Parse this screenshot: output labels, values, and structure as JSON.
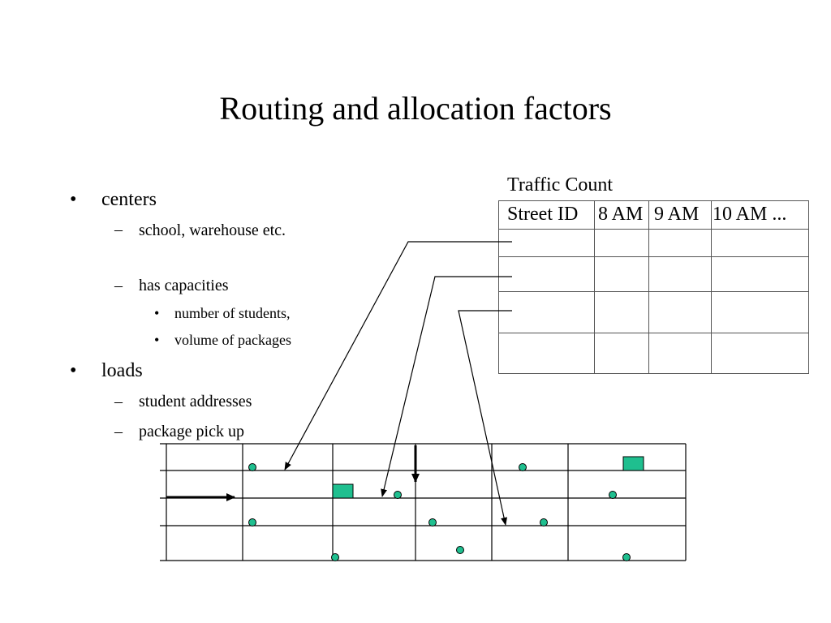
{
  "slide": {
    "title": "Routing and allocation factors"
  },
  "outline": {
    "bullet": "•",
    "dash": "–",
    "centers": {
      "label": "centers",
      "items": [
        {
          "label": "school, warehouse etc."
        },
        {
          "label": "has capacities",
          "subitems": [
            "number of students,",
            "volume of packages"
          ]
        }
      ]
    },
    "loads": {
      "label": "loads",
      "items": [
        "student addresses",
        "package pick up"
      ]
    }
  },
  "traffic_table": {
    "caption": "Traffic Count",
    "headers": [
      "Street ID",
      "8 AM",
      "9 AM",
      "10 AM ..."
    ],
    "rows": [
      [
        "",
        "",
        "",
        ""
      ],
      [
        "",
        "",
        "",
        ""
      ],
      [
        "",
        "",
        "",
        ""
      ],
      [
        "",
        "",
        "",
        ""
      ]
    ]
  },
  "colors": {
    "dot_fill": "#1fbf8f",
    "center_fill": "#1fbf8f",
    "stroke": "#000000",
    "grid_line": "#000000"
  },
  "icons": {
    "bullet": "bullet-dot",
    "sub_bullet": "en-dash",
    "load_point": "green-circle",
    "center_marker": "green-square",
    "flow_arrow": "black-arrow"
  }
}
